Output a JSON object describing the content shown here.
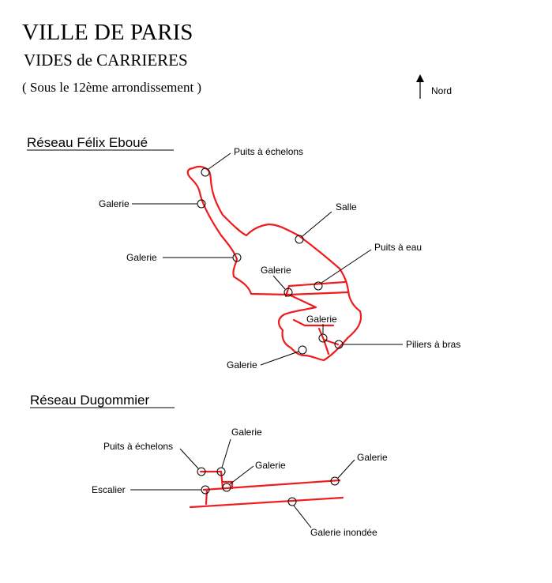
{
  "header": {
    "title": "VILLE DE PARIS",
    "subtitle": "VIDES de CARRIERES",
    "location": "( Sous le 12ème arrondissement )"
  },
  "compass": {
    "label": "Nord"
  },
  "network_felix": {
    "title": "Réseau Félix Eboué",
    "labels": {
      "puits_echelons": "Puits à échelons",
      "galerie_1": "Galerie",
      "galerie_2": "Galerie",
      "salle": "Salle",
      "puits_eau": "Puits à eau",
      "galerie_3": "Galerie",
      "galerie_4": "Galerie",
      "piliers": "Piliers à bras",
      "galerie_5": "Galerie"
    }
  },
  "network_dugommier": {
    "title": "Réseau Dugommier",
    "labels": {
      "galerie_top": "Galerie",
      "puits_echelons": "Puits à échelons",
      "galerie_mid": "Galerie",
      "galerie_right": "Galerie",
      "escalier": "Escalier",
      "galerie_inondee": "Galerie inondée"
    }
  },
  "colors": {
    "tunnel": "#ee1c1c",
    "ink": "#000000"
  }
}
